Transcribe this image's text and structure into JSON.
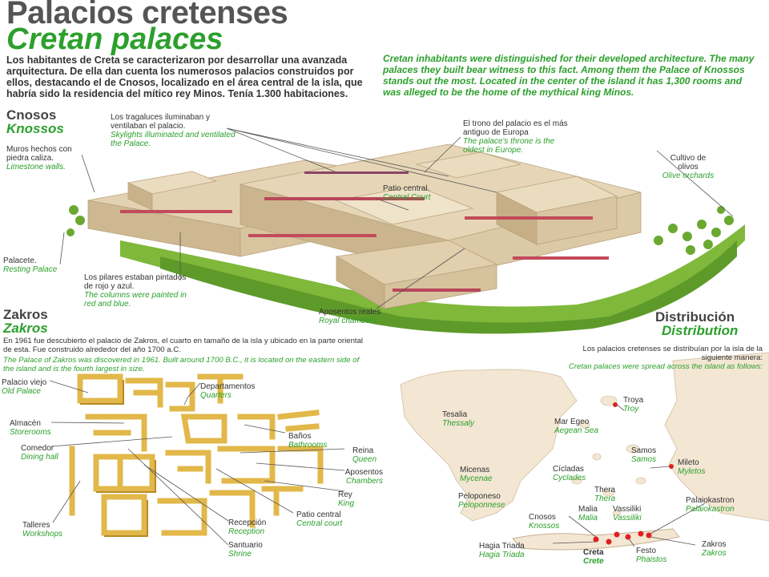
{
  "header": {
    "title_es": "Palacios cretenses",
    "title_en": "Cretan palaces"
  },
  "intro": {
    "es": "Los habitantes de Creta se caracterizaron por desarrollar una avanzada arquitectura. De ella dan cuenta los numerosos palacios construidos por ellos, destacando el de Cnosos, localizado en el área central de la isla, que habría sido la residencia del mítico rey Minos. Tenía 1.300 habitaciones.",
    "en": "Cretan inhabitants were distinguished for their developed architecture. The many palaces they built bear witness to this fact. Among them the Palace of Knossos stands out the most. Located in the center of the island it has 1,300 rooms and was alleged to be the home of the mythical king Minos."
  },
  "knossos": {
    "title_es": "Cnosos",
    "title_en": "Knossos",
    "labels": {
      "skylights": {
        "es": "Los tragaluces iluminaban y ventilaban el palacio.",
        "en": "Skylights illuminated and ventilated the Palace."
      },
      "throne": {
        "es": "El trono del palacio es el más antiguo de Europa",
        "en": "The palace's throne is the oldest in Europe."
      },
      "walls": {
        "es": "Muros hechos con piedra caliza.",
        "en": "Limestone walls."
      },
      "olives": {
        "es": "Cultivo de olivos",
        "en": "Olive orchards"
      },
      "court": {
        "es": "Patio central.",
        "en": "Central Court"
      },
      "palacete": {
        "es": "Palacete.",
        "en": "Resting Palace"
      },
      "pillars": {
        "es": "Los pilares estaban pintados de rojo y azul.",
        "en": "The columns were painted in red and blue."
      },
      "royal": {
        "es": "Aposentos reales",
        "en": "Royal chambers"
      }
    }
  },
  "zakros": {
    "title_es": "Zakros",
    "title_en": "Zakros",
    "body_es": "En 1961 fue descubierto el palacio de Zakros, el cuarto en tamaño de la isla y ubicado en la parte oriental de esta. Fue construido alrededor del año 1700 a.C.",
    "body_en": "The Palace of Zakros was discovered in 1961. Built around 1700 B.C., it is located on the eastern side of the island and is the fourth largest in size.",
    "labels": {
      "old": {
        "es": "Palacio viejo",
        "en": "Old Palace"
      },
      "depts": {
        "es": "Departamentos",
        "en": "Quarters"
      },
      "store": {
        "es": "Almacén",
        "en": "Storerooms"
      },
      "baths": {
        "es": "Baños",
        "en": "Bathrooms"
      },
      "dining": {
        "es": "Comedor",
        "en": "Dining hall"
      },
      "queen": {
        "es": "Reina",
        "en": "Queen"
      },
      "chambers": {
        "es": "Aposentos",
        "en": "Chambers"
      },
      "king": {
        "es": "Rey",
        "en": "King"
      },
      "court": {
        "es": "Patio central",
        "en": "Central court"
      },
      "workshops": {
        "es": "Talleres",
        "en": "Workshops"
      },
      "reception": {
        "es": "Recepción",
        "en": "Reception"
      },
      "shrine": {
        "es": "Santuario",
        "en": "Shrine"
      }
    }
  },
  "distribution": {
    "title_es": "Distribución",
    "title_en": "Distribution",
    "body_es": "Los palacios cretenses se distribuían por la isla de la siguiente manera:",
    "body_en": "Cretan palaces were spread across the island as follows:",
    "places": {
      "tesalia": {
        "es": "Tesalia",
        "en": "Thessaly"
      },
      "troya": {
        "es": "Troya",
        "en": "Troy"
      },
      "aegean": {
        "es": "Mar Egeo",
        "en": "Aegean Sea"
      },
      "samos": {
        "es": "Samos",
        "en": "Samos"
      },
      "mileto": {
        "es": "Mileto",
        "en": "Myletos"
      },
      "micenas": {
        "es": "Micenas",
        "en": "Mycenae"
      },
      "cicladas": {
        "es": "Cícladas",
        "en": "Cyclades"
      },
      "thera": {
        "es": "Thera",
        "en": "Thera"
      },
      "peloponeso": {
        "es": "Peloponeso",
        "en": "Peloponnese"
      },
      "palaiokastron": {
        "es": "Palaiokastron",
        "en": "Palaiokastron"
      },
      "cnosos": {
        "es": "Cnosos",
        "en": "Knossos"
      },
      "malia": {
        "es": "Malia",
        "en": "Malia"
      },
      "vassiliki": {
        "es": "Vassiliki",
        "en": "Vassiliki"
      },
      "hagia": {
        "es": "Hagia Triada",
        "en": "Hagia Triada"
      },
      "creta": {
        "es": "Creta",
        "en": "Crete"
      },
      "festo": {
        "es": "Festo",
        "en": "Phaistos"
      },
      "zakros": {
        "es": "Zakros",
        "en": "Zakros"
      }
    }
  },
  "colors": {
    "accent_green": "#2ca02c",
    "stone": "#d9c7a6",
    "map_land": "#f3e6d3",
    "site_marker": "#e02020"
  }
}
